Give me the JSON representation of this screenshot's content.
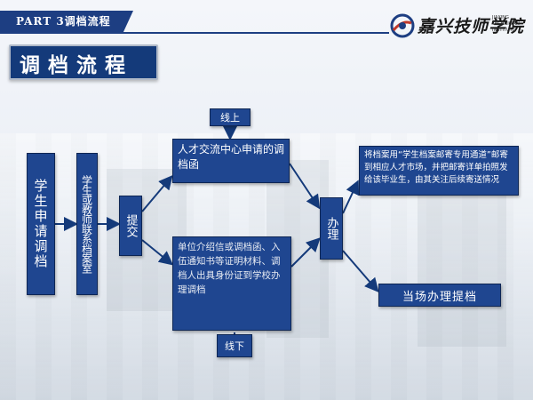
{
  "header": {
    "section_label": "PART 3调档流程",
    "school_name": "嘉兴技师学院",
    "school_name_en": "JIAXING TECHNICIAN INSTITUTE",
    "accent_color": "#1d3e82"
  },
  "title": "调档流程",
  "flow": {
    "student_apply": "学生申请调档",
    "contact_office": "学生或教师联系档案室",
    "submit": "提交",
    "online": "线上",
    "offline": "线下",
    "talent_center": "人才交流中心申请的调档函",
    "unit_request": "单位介绍信或调档函、入伍通知书等证明材料、调档人出具身份证到学校办理调档",
    "handle": "办理",
    "mail_process": "将档案用“学生档案邮寄专用通道”邮寄到相应人才市场，并把邮寄详单拍照发给该毕业生，由其关注后续寄送情况",
    "onsite": "当场办理提档"
  },
  "colors": {
    "box_fill": "#1f4690",
    "arrow": "#143a7a"
  },
  "icons": {
    "logo": "school-emblem-icon"
  }
}
